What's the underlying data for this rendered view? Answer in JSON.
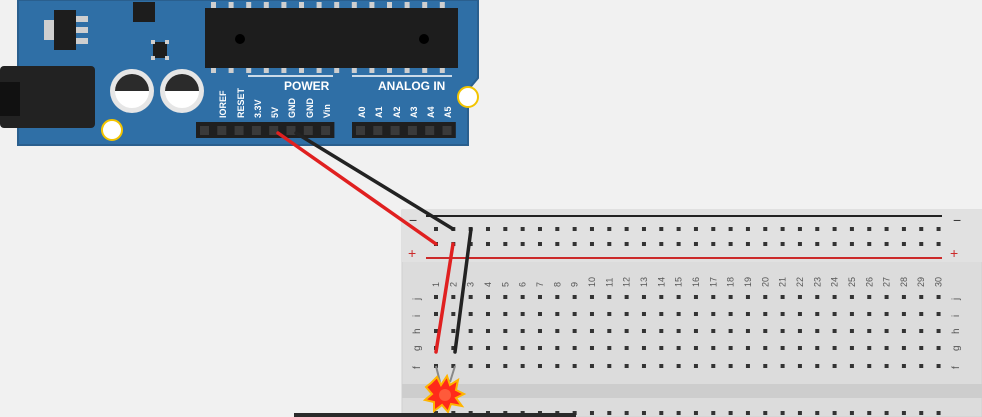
{
  "arduino": {
    "power_header": "POWER",
    "analog_header": "ANALOG IN",
    "power_pins": [
      "IOREF",
      "RESET",
      "3.3V",
      "5V",
      "GND",
      "GND",
      "Vin"
    ],
    "analog_pins": [
      "A0",
      "A1",
      "A2",
      "A3",
      "A4",
      "A5"
    ]
  },
  "breadboard": {
    "minus_sign": "−",
    "plus_sign": "+",
    "row_letters_top": [
      "j",
      "i",
      "h",
      "g",
      "f"
    ],
    "column_numbers": [
      "1",
      "2",
      "3",
      "4",
      "5",
      "6",
      "7",
      "8",
      "9",
      "10",
      "11",
      "12",
      "13",
      "14",
      "15",
      "16",
      "17",
      "18",
      "19",
      "20",
      "21",
      "22",
      "23",
      "24",
      "25",
      "26",
      "27",
      "28",
      "29",
      "30"
    ]
  },
  "wires": {
    "red_color": "#e02020",
    "black_color": "#222222"
  },
  "colors": {
    "board_blue": "#2f6fa6",
    "board_edge": "#2a5f8e",
    "breadboard": "#dcdcdc",
    "rail_red": "#cc2a2a"
  }
}
